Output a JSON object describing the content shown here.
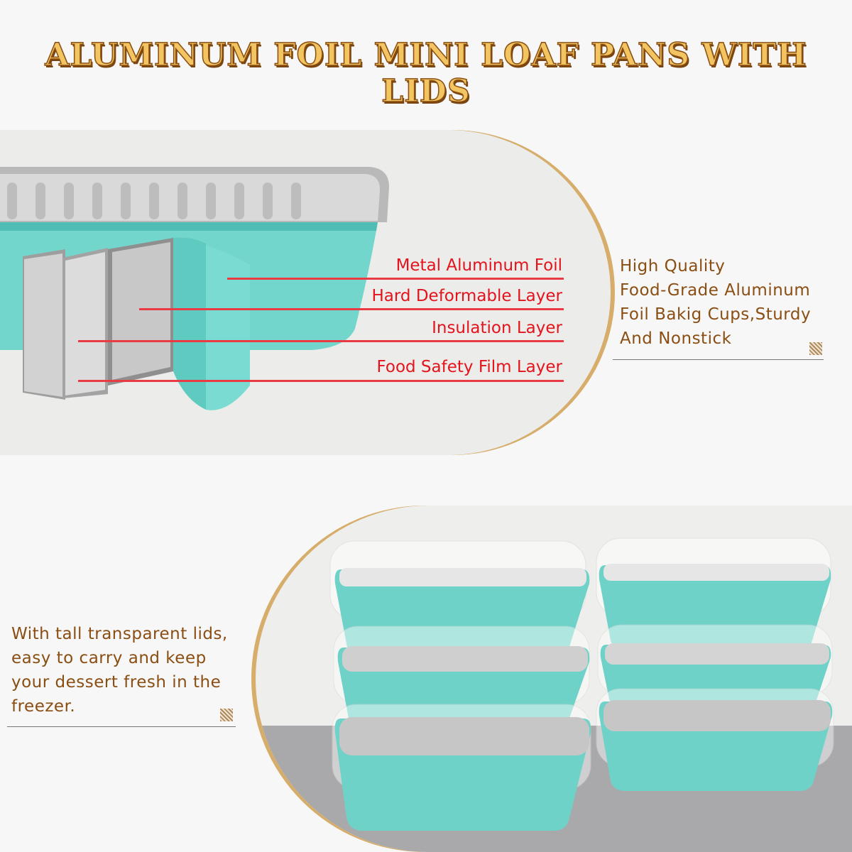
{
  "title": "ALUMINUM FOIL MINI LOAF PANS WITH LIDS",
  "layers": [
    "Metal Aluminum Foil",
    "Hard Deformable Layer",
    "Insulation Layer",
    "Food Safety Film Layer"
  ],
  "feature_quality": {
    "lines": [
      "High Quality",
      "Food-Grade Aluminum",
      "Foil Bakig Cups,Sturdy",
      "And Nonstick"
    ]
  },
  "feature_lids": {
    "lines": [
      "With tall transparent lids,",
      "easy to carry and keep",
      "your dessert fresh in the",
      "freezer."
    ]
  },
  "colors": {
    "title_fill": "#f2c462",
    "title_outline": "#8a4f10",
    "label_red": "#e3141d",
    "text_brown": "#8a4e13",
    "accent_gold": "#d6ad6a",
    "pan_teal": "#6fd2c8",
    "foil_silver": "#c9c9c9"
  },
  "icons": [
    "hatch-corner-icon"
  ]
}
